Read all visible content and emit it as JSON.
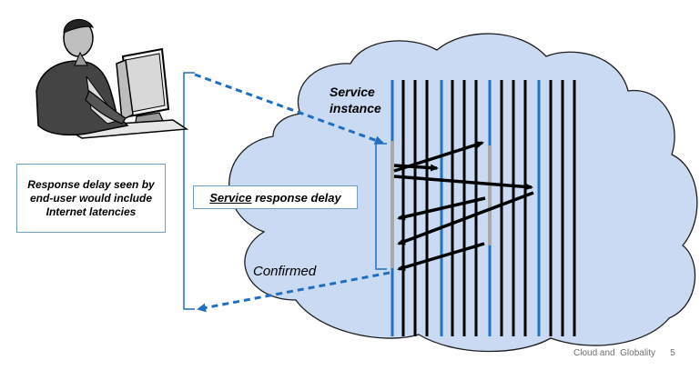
{
  "labels": {
    "service_instance": "Service instance",
    "enduser_delay": "Response delay seen by end-user would include Internet latencies",
    "service_word": "Service",
    "response_delay": " response delay",
    "confirmed": "Confirmed"
  },
  "footer": {
    "title": "Cloud and  Globality",
    "page": "5"
  },
  "colors": {
    "cloud_fill": "#c9daf2",
    "cloud_stroke": "#1e1e1e",
    "blue_line": "#1f72c4",
    "black_line": "#000000",
    "dashed_arrow": "#1f6ec2",
    "box_border": "#6fa0c8"
  },
  "icons": [
    "user-at-computer-illustration"
  ]
}
